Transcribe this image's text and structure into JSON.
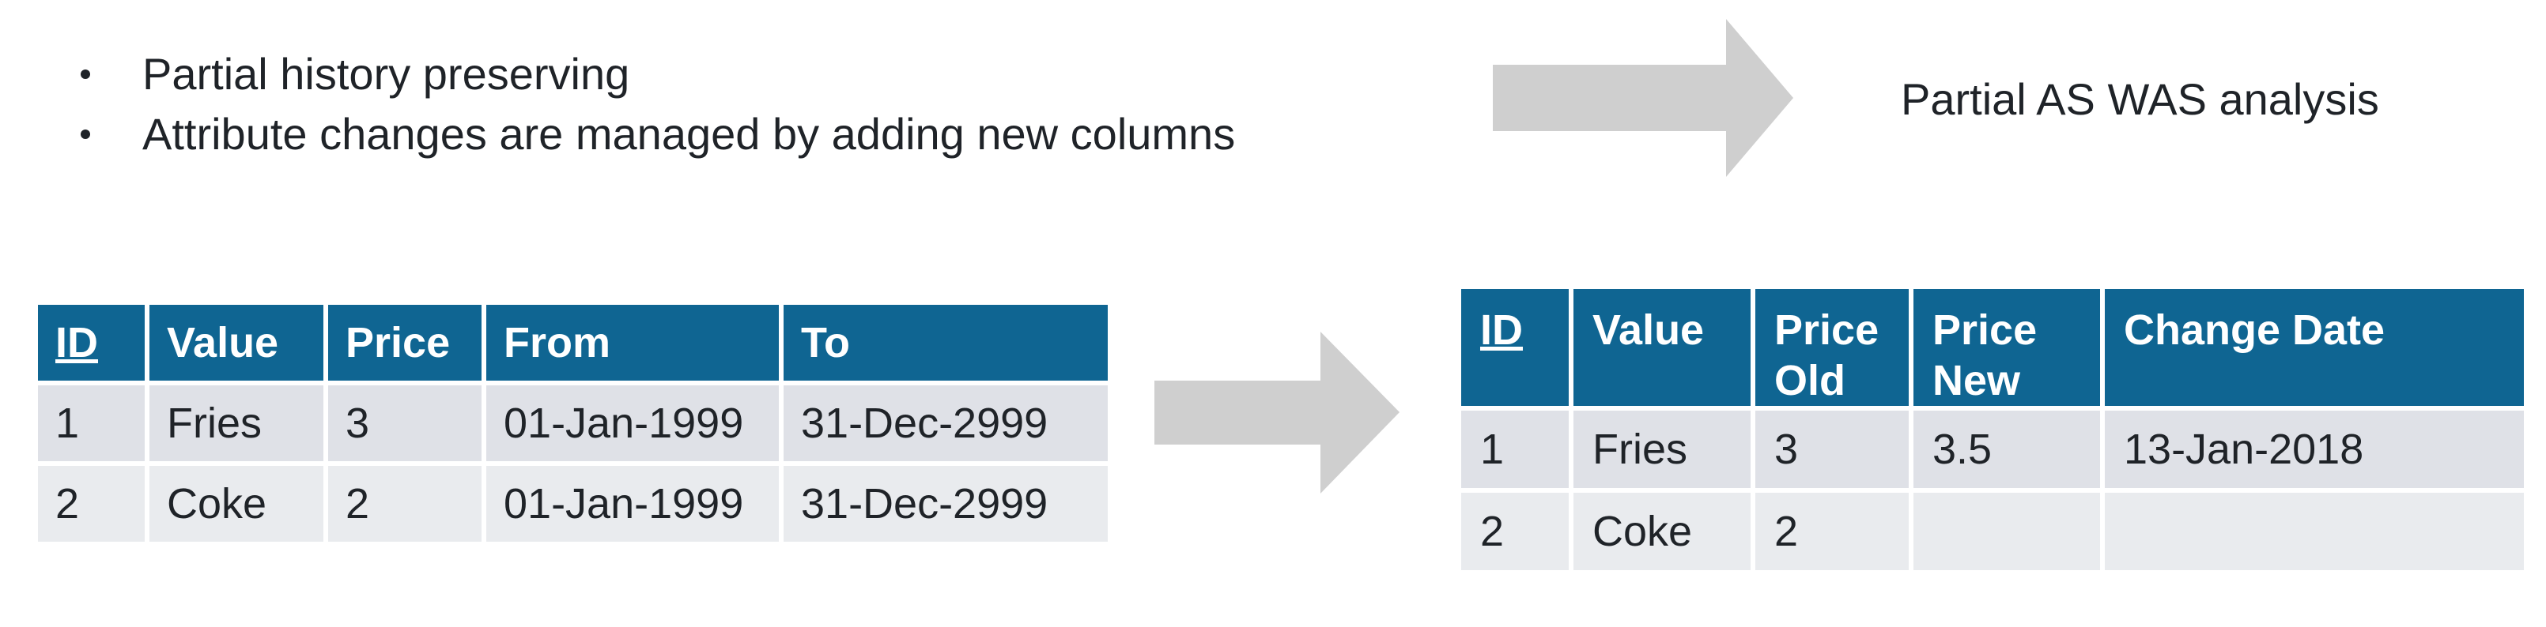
{
  "bullets": [
    "Partial history preserving",
    "Attribute changes are managed by adding new columns"
  ],
  "result_label": "Partial AS WAS analysis",
  "colors": {
    "header_bg": "#0f6592",
    "row_bg": "#dfe1e7",
    "row_alt_bg": "#e9ebee",
    "arrow": "#cfcfcf"
  },
  "left_table": {
    "headers": [
      "ID",
      "Value",
      "Price",
      "From",
      "To"
    ],
    "rows": [
      [
        "1",
        "Fries",
        "3",
        "01-Jan-1999",
        "31-Dec-2999"
      ],
      [
        "2",
        "Coke",
        "2",
        "01-Jan-1999",
        "31-Dec-2999"
      ]
    ]
  },
  "right_table": {
    "headers": [
      [
        "ID"
      ],
      [
        "Value"
      ],
      [
        "Price",
        "Old"
      ],
      [
        "Price",
        "New"
      ],
      [
        "Change Date"
      ]
    ],
    "rows": [
      [
        "1",
        "Fries",
        "3",
        "3.5",
        "13-Jan-2018"
      ],
      [
        "2",
        "Coke",
        "2",
        "",
        ""
      ]
    ]
  }
}
